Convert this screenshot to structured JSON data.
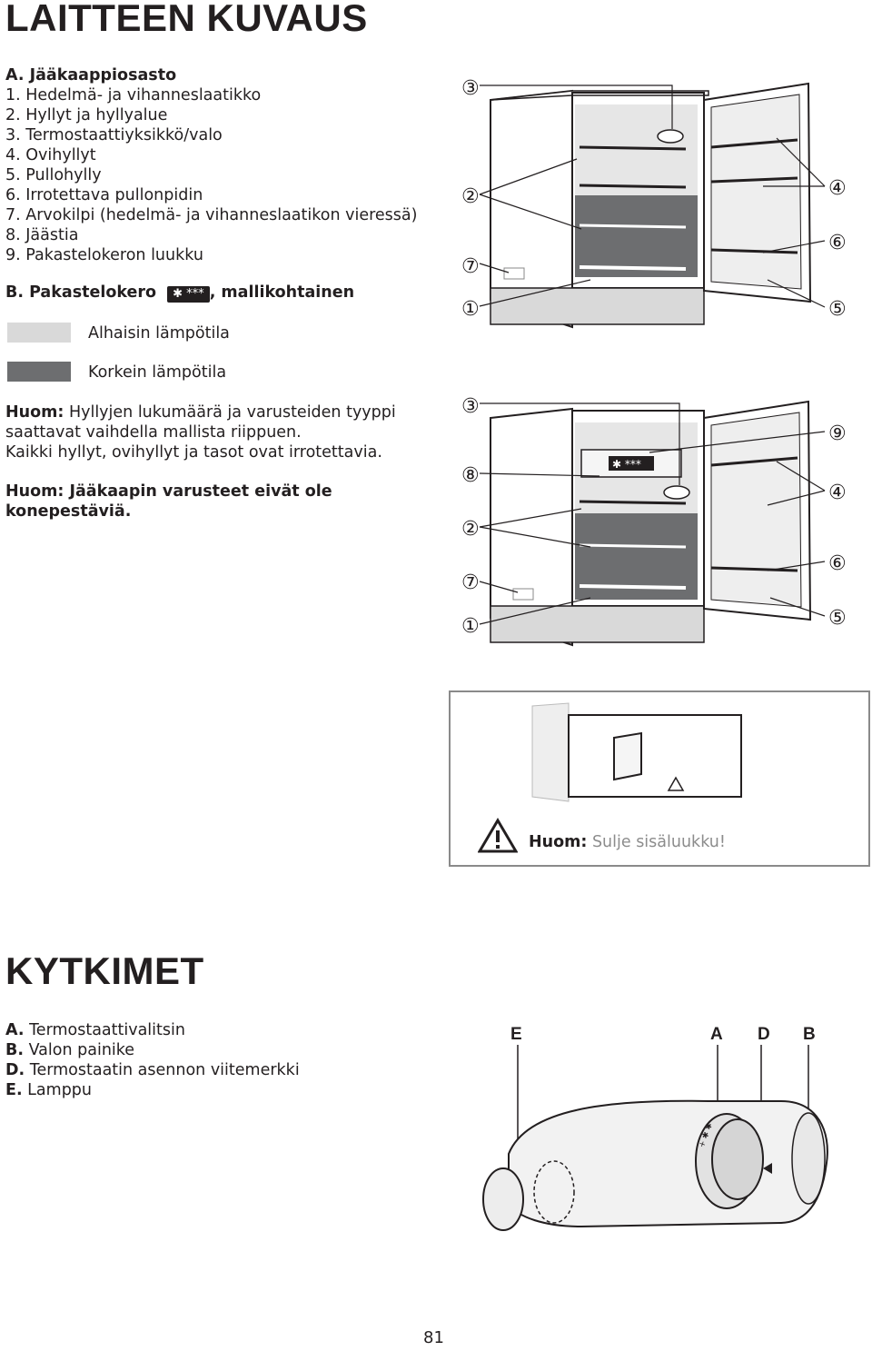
{
  "section1": {
    "title": "LAITTEEN KUVAUS",
    "a_heading": "A. Jääkaappiosasto",
    "items": [
      "1. Hedelmä- ja vihanneslaatikko",
      "2. Hyllyt ja hyllyalue",
      "3. Termostaattiyksikkö/valo",
      "4. Ovihyllyt",
      "5. Pullohylly",
      "6. Irrotettava pullonpidin",
      "7. Arvokilpi (hedelmä- ja vihanneslaatikon vieressä)",
      "8. Jäästia",
      "9. Pakastelokeron luukku"
    ],
    "b_heading_prefix": "B. Pakastelokero",
    "b_heading_suffix": ", mallikohtainen",
    "freezer_symbol": "✱ ***",
    "legend": [
      {
        "label": "Alhaisin lämpötila",
        "color": "#d9d9d9"
      },
      {
        "label": "Korkein lämpötila",
        "color": "#6d6e70"
      }
    ],
    "note1_label": "Huom:",
    "note1_lines": [
      " Hyllyjen lukumäärä ja varusteiden tyyppi",
      "saattavat vaihdella mallista riippuen.",
      "Kaikki hyllyt, ovihyllyt ja tasot ovat irrotettavia."
    ],
    "note2_lines": [
      "Huom: Jääkaapin varusteet eivät ole",
      "konepestäviä."
    ]
  },
  "figure1": {
    "callouts_left": [
      "③",
      "②",
      "⑦",
      "①"
    ],
    "callouts_right": [
      "④",
      "⑥",
      "⑤"
    ]
  },
  "figure2": {
    "callouts_left": [
      "③",
      "⑧",
      "②",
      "⑦",
      "①"
    ],
    "callouts_right": [
      "⑨",
      "④",
      "⑥",
      "⑤"
    ],
    "freezer_symbol": "✱ ***"
  },
  "warning": {
    "label": "Huom:",
    "text": " Sulje sisäluukku!"
  },
  "section2": {
    "title": "KYTKIMET",
    "items": [
      {
        "key": "A.",
        "text": " Termostaattivalitsin"
      },
      {
        "key": "B.",
        "text": " Valon painike"
      },
      {
        "key": "D.",
        "text": " Termostaatin asennon viitemerkki"
      },
      {
        "key": "E.",
        "text": "  Lamppu"
      }
    ]
  },
  "controls_figure": {
    "letters": [
      "E",
      "A",
      "D",
      "B"
    ],
    "dial_marks": "+ ✱ ✱"
  },
  "page_number": "81",
  "colors": {
    "light_zone": "#d9d9d9",
    "dark_zone": "#6d6e70",
    "text": "#231f20"
  }
}
